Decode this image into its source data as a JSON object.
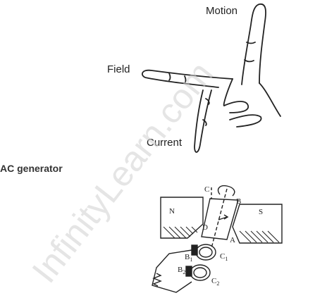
{
  "hand_diagram": {
    "motion_label": "Motion",
    "field_label": "Field",
    "current_label": "Current"
  },
  "section": {
    "heading": "AC generator"
  },
  "generator_diagram": {
    "pole_n": "N",
    "pole_s": "S",
    "corner_c": "C",
    "corner_b": "B",
    "corner_d": "D",
    "corner_a": "A",
    "brush_1": "B",
    "brush_1_sub": "1",
    "brush_2": "B",
    "brush_2_sub": "2",
    "ring_1": "C",
    "ring_1_sub": "1",
    "ring_2": "C",
    "ring_2_sub": "2"
  },
  "watermark": {
    "text": "InfinityLearn.com",
    "color": "#cfcfcf"
  }
}
